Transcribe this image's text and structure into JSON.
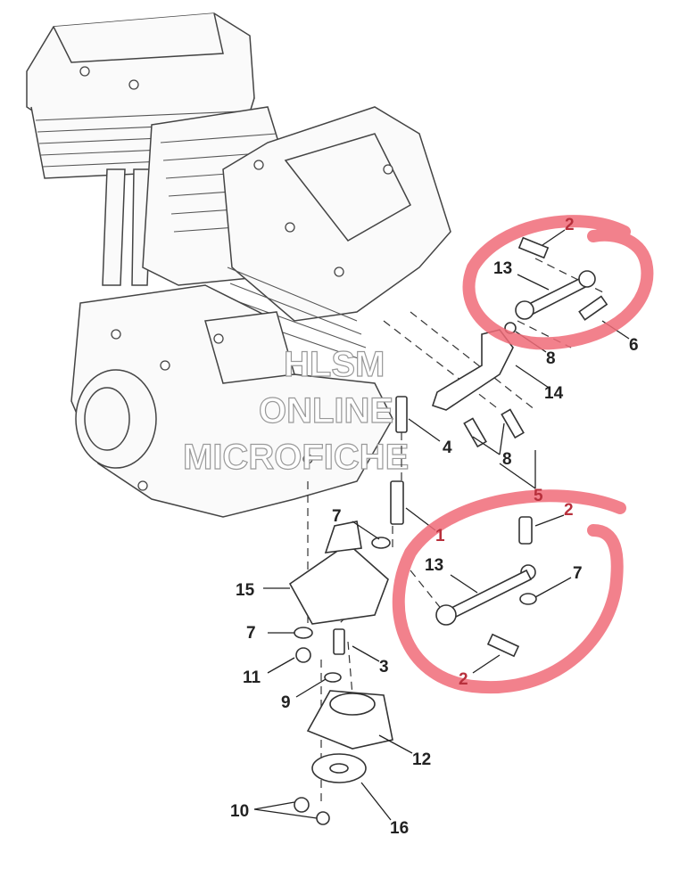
{
  "diagram": {
    "title": "Engine mount / stabilizer link exploded view",
    "highlight_color": "#f06b78",
    "watermark": [
      "HLSM",
      "ONLINE",
      "MICROFICHE"
    ],
    "labels": [
      {
        "text": "2",
        "color": "red"
      },
      {
        "text": "13",
        "color": "black"
      },
      {
        "text": "6",
        "color": "black"
      },
      {
        "text": "8",
        "color": "black"
      },
      {
        "text": "14",
        "color": "black"
      },
      {
        "text": "4",
        "color": "black"
      },
      {
        "text": "8",
        "color": "black"
      },
      {
        "text": "5",
        "color": "red"
      },
      {
        "text": "2",
        "color": "red"
      },
      {
        "text": "1",
        "color": "red"
      },
      {
        "text": "13",
        "color": "black"
      },
      {
        "text": "7",
        "color": "black"
      },
      {
        "text": "2",
        "color": "red"
      },
      {
        "text": "7",
        "color": "black"
      },
      {
        "text": "15",
        "color": "black"
      },
      {
        "text": "7",
        "color": "black"
      },
      {
        "text": "11",
        "color": "black"
      },
      {
        "text": "3",
        "color": "black"
      },
      {
        "text": "9",
        "color": "black"
      },
      {
        "text": "12",
        "color": "black"
      },
      {
        "text": "10",
        "color": "black"
      },
      {
        "text": "16",
        "color": "black"
      }
    ]
  }
}
